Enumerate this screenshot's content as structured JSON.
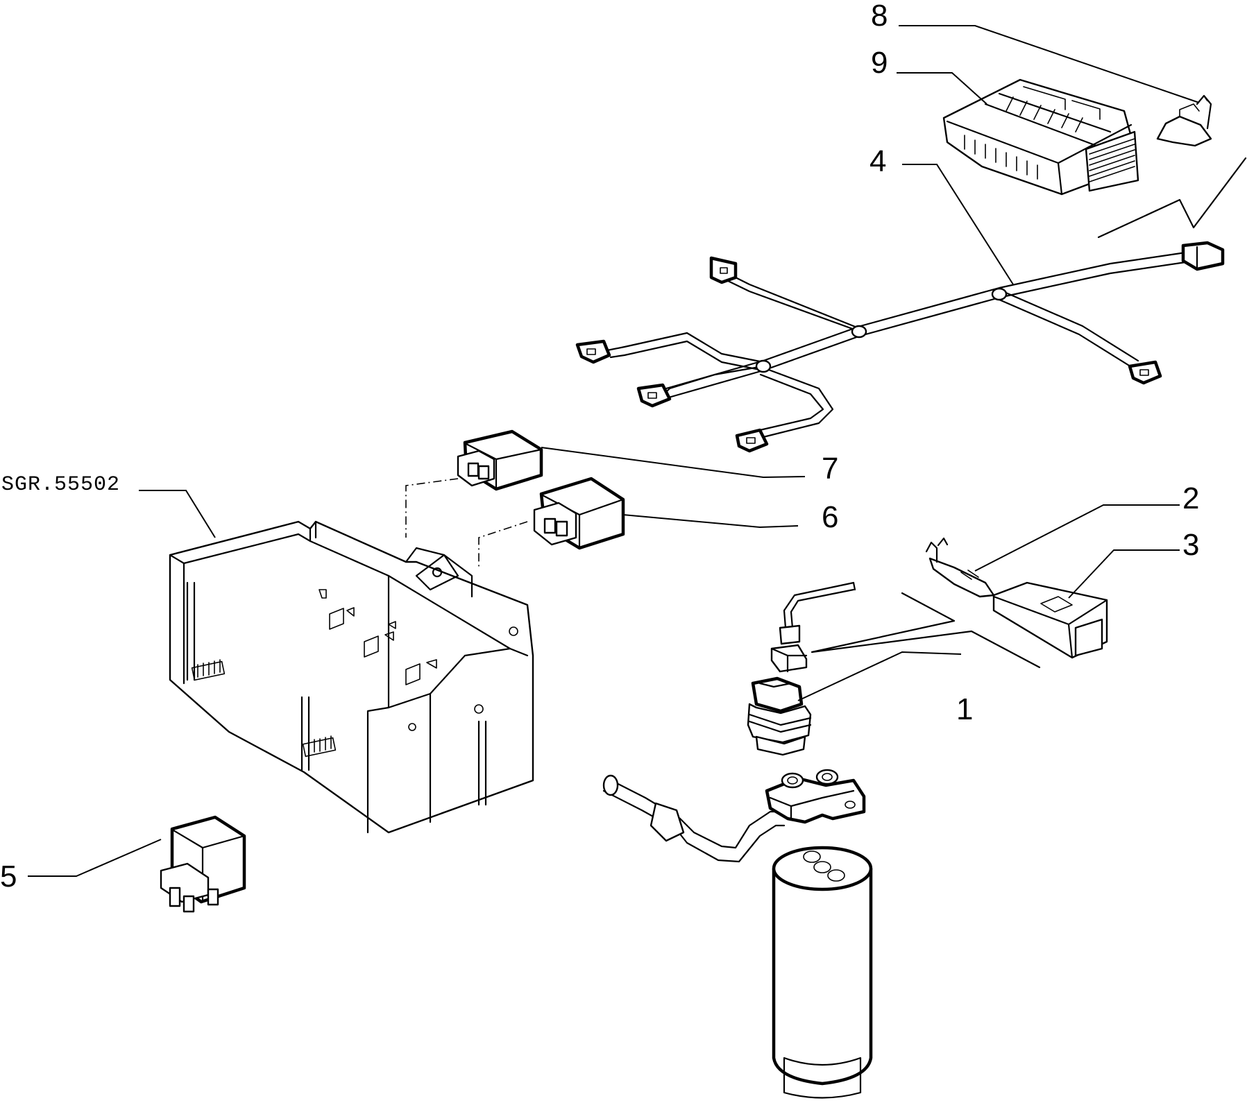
{
  "drawing_code": "SGR.55502",
  "callouts": {
    "c1": "1",
    "c2": "2",
    "c3": "3",
    "c4": "4",
    "c5": "5",
    "c6": "6",
    "c7": "7",
    "c8": "8",
    "c9": "9"
  }
}
